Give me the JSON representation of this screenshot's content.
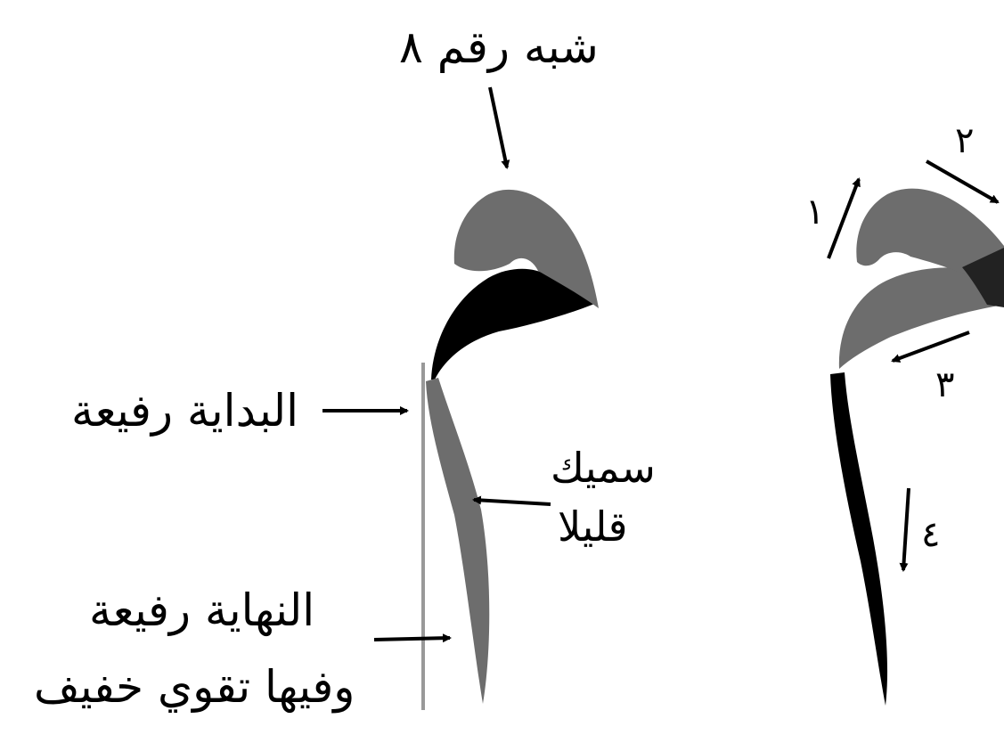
{
  "labels": {
    "like_eight": "شبه رقم ٨",
    "start_thin": "البداية رفيعة",
    "slightly_thick_1": "سميك",
    "slightly_thick_2": "قليلا",
    "end_thin_1": "النهاية رفيعة",
    "end_thin_2": "وفيها تقوي خفيف"
  },
  "stroke_order": [
    "١",
    "٢",
    "٣",
    "٤"
  ],
  "colors": {
    "ink_black": "#000000",
    "ink_gray": "#6d6d6d",
    "guide_line": "#999999",
    "background": "#ffffff"
  }
}
